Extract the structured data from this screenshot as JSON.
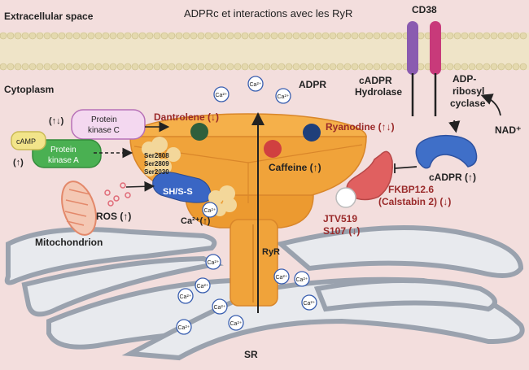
{
  "title": "ADPRc et interactions avec les RyR",
  "regions": {
    "extracellular": "Extracellular space",
    "cytoplasm": "Cytoplasm",
    "sr": "SR"
  },
  "labels": {
    "cd38": "CD38",
    "adpr": "ADPR",
    "hydrolase_1": "cADPR",
    "hydrolase_2": "Hydrolase",
    "cyclase_1": "ADP-",
    "cyclase_2": "ribosyl",
    "cyclase_3": "cyclase",
    "nad": "NAD⁺",
    "cadpr": "cADPR (↑)",
    "fkbp_1": "FKBP12.6",
    "fkbp_2": "(Calstabin 2) (↓)",
    "jtv_1": "JTV519",
    "jtv_2": "S107  (↓)",
    "dantrolene": "Dantrolene (↓)",
    "ryanodine": "Ryanodine (↑↓)",
    "caffeine": "Caffeine (↑)",
    "ser1": "Ser2808",
    "ser2": "Ser2809",
    "ser3": "Ser2030",
    "shs": "SH/S-S",
    "ryr": "RyR",
    "pkc_1": "Protein",
    "pkc_2": "kinase C",
    "pkc_arrow": "(↑↓)",
    "pka_1": "Protein",
    "pka_2": "kinase A",
    "pka_arrow": "(↑)",
    "camp": "cAMP",
    "ros": "ROS (↑)",
    "ca_release": "Ca²⁺(↑)",
    "mitochondrion": "Mitochondrion",
    "ca_ion": "Ca²⁺"
  },
  "colors": {
    "background": "#f3dedd",
    "membrane_head": "#e8e0b8",
    "ryr": "#f0a33a",
    "ryr_dark": "#d9862a",
    "sr_fill": "#e8eaee",
    "sr_stroke": "#9aa2ae",
    "red_text": "#9a2a2a",
    "cd38_purple": "#8a5bb0",
    "cd38_pink": "#c83a7a",
    "cadpr_blue": "#3f6fc8",
    "fkbp": "#e06060",
    "pkc": "#d088d0",
    "pka": "#4ab052",
    "camp": "#f2e48a",
    "dantrolene": "#2f5f3c",
    "ryanodine": "#1f3f7a",
    "caffeine": "#d04040",
    "shs": "#3a66c4",
    "mito": "#e3886a"
  }
}
